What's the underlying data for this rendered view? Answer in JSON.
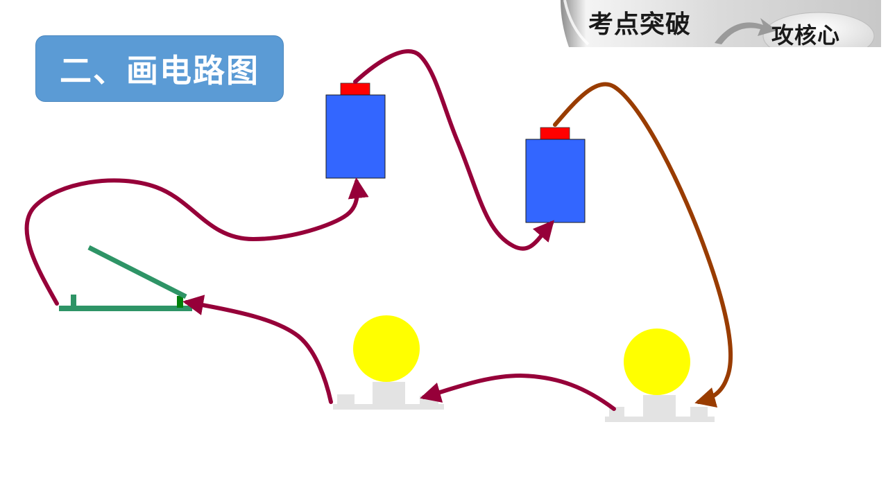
{
  "banner": {
    "left_text": "考点突破",
    "right_text": "攻核心"
  },
  "section_title": "二、画电路图",
  "colors": {
    "wire_main": "#960039",
    "wire_alt": "#993c00",
    "battery_body": "#3366ff",
    "battery_terminal": "#ff0000",
    "bulb_glass": "#ffff00",
    "bulb_base": "#e3e3e3",
    "switch_green": "#2e9466",
    "switch_contact": "#00800a",
    "title_bg": "#5b9bd5"
  },
  "components": {
    "batteries": 2,
    "bulbs": 2,
    "switches": 1
  }
}
